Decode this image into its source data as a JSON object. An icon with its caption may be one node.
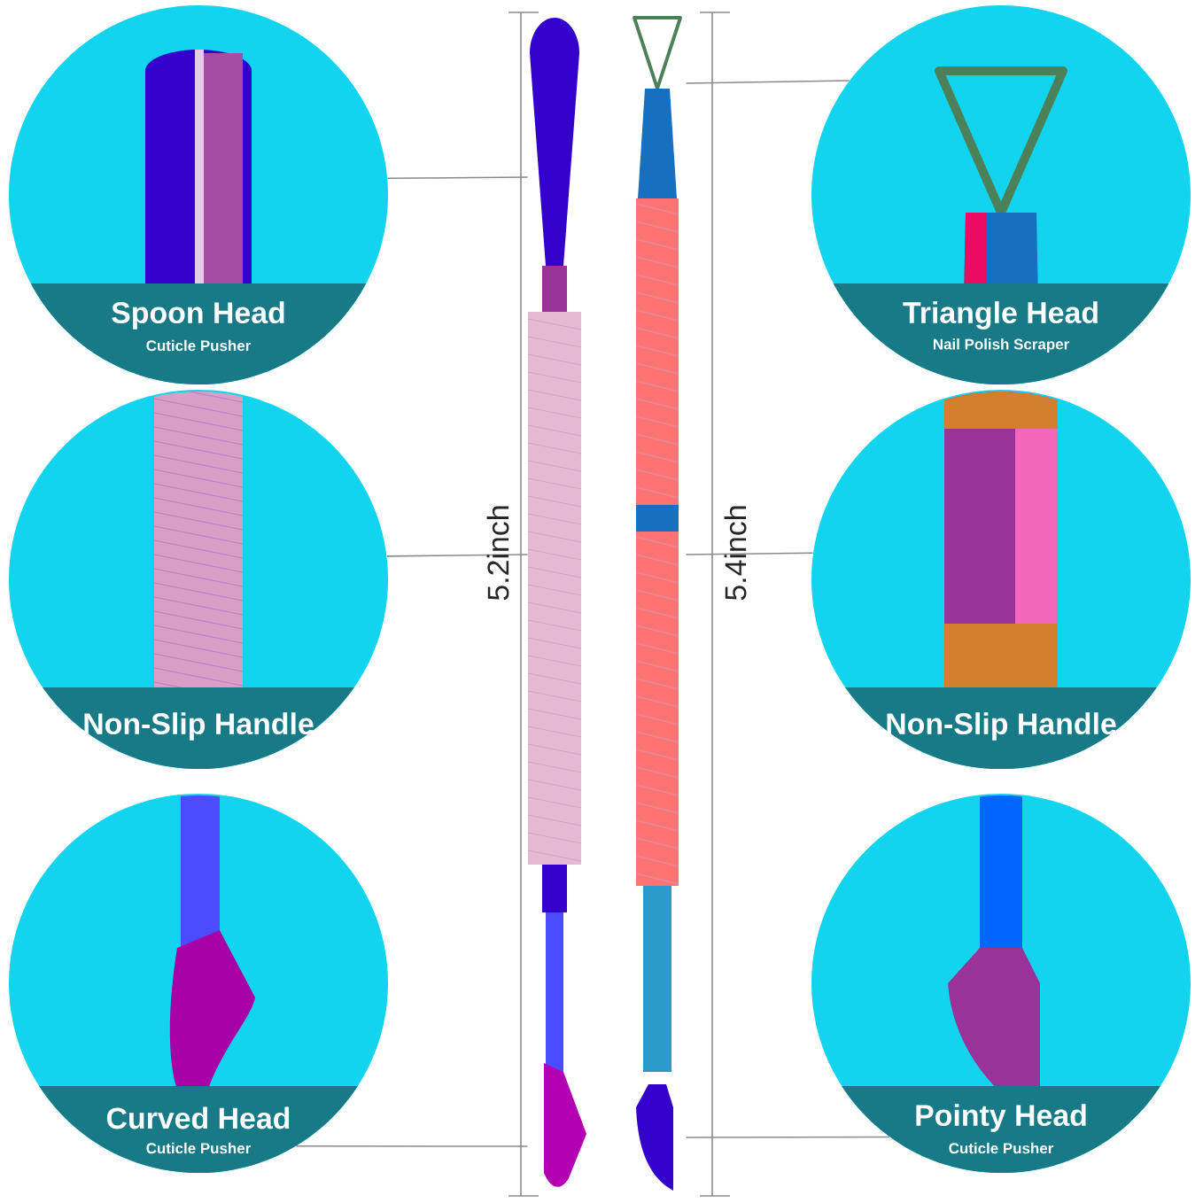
{
  "diagram": {
    "nodes": [
      {
        "text": [
          "Spoon Head",
          "Cuticle Pusher"
        ]
      },
      {
        "text": [
          "Triangle Head",
          "Nail Polish Scraper"
        ]
      },
      {
        "text": [
          "Non-Slip Handle"
        ]
      },
      {
        "text": [
          "Non-Slip Handle"
        ]
      },
      {
        "text": [
          "Curved Head",
          "Cuticle Pusher"
        ]
      },
      {
        "text": [
          "Pointy Head",
          "Cuticle Pusher"
        ]
      },
      {
        "text": [],
        "shape": "picture"
      },
      {
        "text": [],
        "shape": "picture"
      }
    ],
    "edges": [
      {
        "from": 0,
        "to": 6,
        "arrow": "none"
      },
      {
        "from": 1,
        "to": 7,
        "arrow": "none"
      },
      {
        "from": 2,
        "to": 6,
        "arrow": "none"
      },
      {
        "from": 3,
        "to": 7,
        "arrow": "none"
      },
      {
        "from": 4,
        "to": 6,
        "arrow": "none"
      },
      {
        "from": 5,
        "to": 7,
        "arrow": "none"
      }
    ],
    "labels": [
      "5.2inch",
      "5.4inch"
    ]
  }
}
